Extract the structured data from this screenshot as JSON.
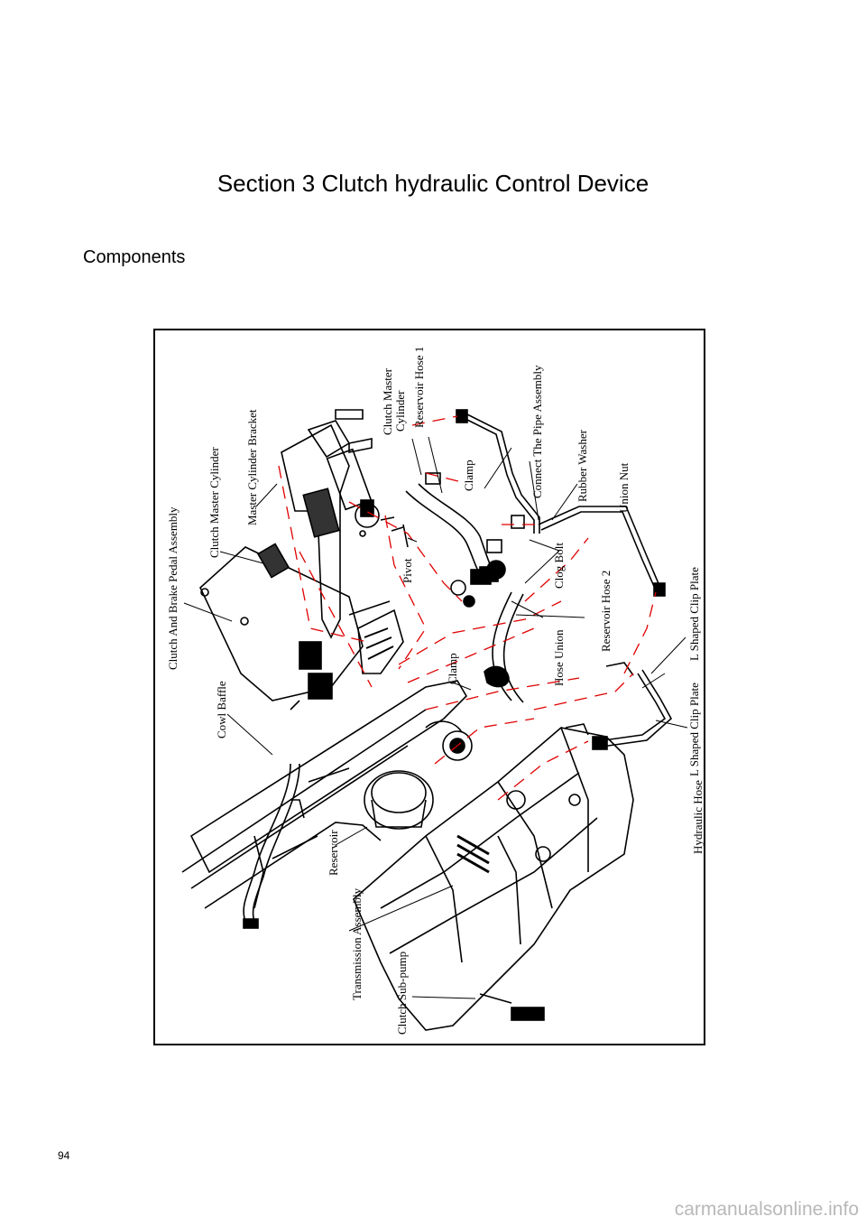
{
  "title": "Section 3 Clutch hydraulic Control Device",
  "heading": "Components",
  "page_number": "94",
  "watermark": "carmanualsonline.info",
  "labels": {
    "clutch_brake_pedal_assembly": "Clutch And Brake Pedal Assembly",
    "clutch_master_cylinder": "Clutch Master Cylinder",
    "master_cylinder_bracket": "Master Cylinder Bracket",
    "clutch_master_cylinder_2_line1": "Clutch Master",
    "clutch_master_cylinder_2_line2": "Cylinder",
    "reservoir_hose_1": "Reservoir Hose 1",
    "connect_pipe_assembly": "Connect The Pipe Assembly",
    "clamp_top": "Clamp",
    "rubber_washer": "Rubber Washer",
    "union_nut": "Union Nut",
    "pivot": "Pivot",
    "clog_bolt": "Clog Bolt",
    "reservoir_hose_2": "Reservoir Hose 2",
    "hose_union": "Hose Union",
    "l_shaped_clip_plate_right": "L Shaped Clip Plate",
    "l_shaped_clip_plate_left": "L Shaped Clip Plate",
    "clamp_mid": "Clamp",
    "cowl_baffle": "Cowl Baffle",
    "hydraulic_hose": "Hydraulic Hose",
    "reservoir": "Reservoir",
    "transmission_assembly": "Transmission Assembly",
    "clutch_sub_pump": "Clutch Sub-pump"
  }
}
